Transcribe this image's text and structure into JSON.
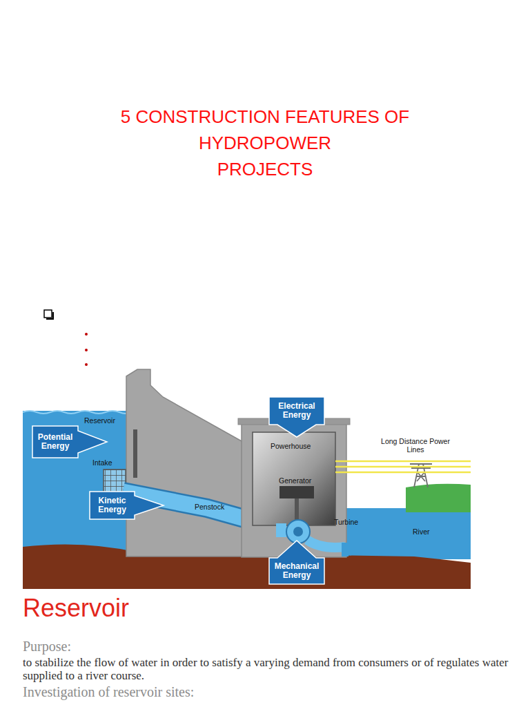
{
  "diagram": {
    "title": "5 CONSTRUCTION FEATURES OF HYDROPOWER PROJECTS",
    "nodes": [
      {
        "text": [
          "Potential Energy"
        ]
      },
      {
        "text": [
          "Kinetic Energy"
        ]
      },
      {
        "text": [
          "Electrical Energy"
        ]
      },
      {
        "text": [
          "Mechanical Energy"
        ]
      }
    ],
    "labels": [
      "Reservoir",
      "Intake",
      "Powerhouse",
      "Generator",
      "Penstock",
      "Turbine",
      "Long Distance Power Lines",
      "River",
      "Reservoir",
      "Purpose:",
      "to stabilize the flow of water in order to satisfy a varying demand from consumers or of regulates water supplied to a river course.",
      "Investigation of reservoir sites:"
    ]
  }
}
